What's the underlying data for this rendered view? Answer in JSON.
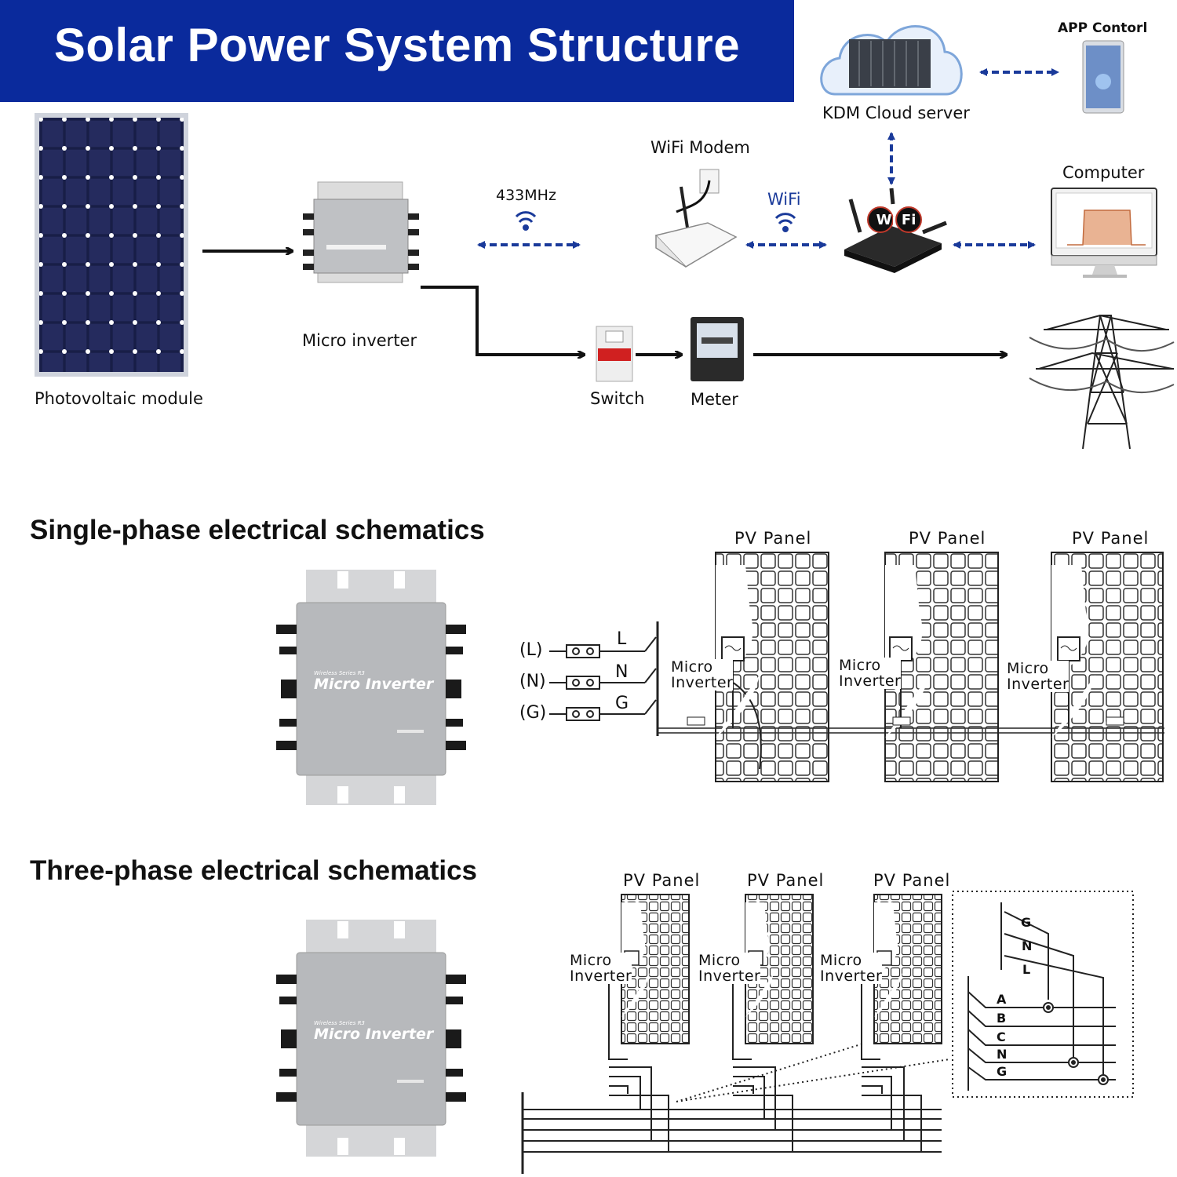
{
  "header": {
    "title": "Solar Power System Structure"
  },
  "system": {
    "pv_module": "Photovoltaic module",
    "micro_inverter": "Micro inverter",
    "rf_label": "433MHz",
    "wifi_modem": "WiFi Modem",
    "wifi_label": "WiFi",
    "router_badge": "Wi Fi",
    "cloud_server": "KDM Cloud server",
    "app_control": "APP Contorl",
    "computer": "Computer",
    "switch": "Switch",
    "meter": "Meter"
  },
  "single_phase": {
    "title": "Single-phase electrical schematics",
    "inverter_brand": "Wireless Series R3",
    "inverter_name": "Micro Inverter",
    "panel_label": "PV Panel",
    "micro_inverter_label": "Micro\nInverter",
    "lines": [
      {
        "tag": "(L)",
        "letter": "L"
      },
      {
        "tag": "(N)",
        "letter": "N"
      },
      {
        "tag": "(G)",
        "letter": "G"
      }
    ]
  },
  "three_phase": {
    "title": "Three-phase electrical schematics",
    "inverter_brand": "Wireless Series R3",
    "inverter_name": "Micro Inverter",
    "panel_label": "PV Panel",
    "micro_inverter_label": "Micro\nInverter",
    "connector_letters": [
      "G",
      "N",
      "L"
    ],
    "bus_letters": [
      "A",
      "B",
      "C",
      "N",
      "G"
    ]
  },
  "colors": {
    "title_bar": "#0a2a9c",
    "arrow_blue": "#1a3a9a",
    "panel_dark": "#1d2250"
  }
}
